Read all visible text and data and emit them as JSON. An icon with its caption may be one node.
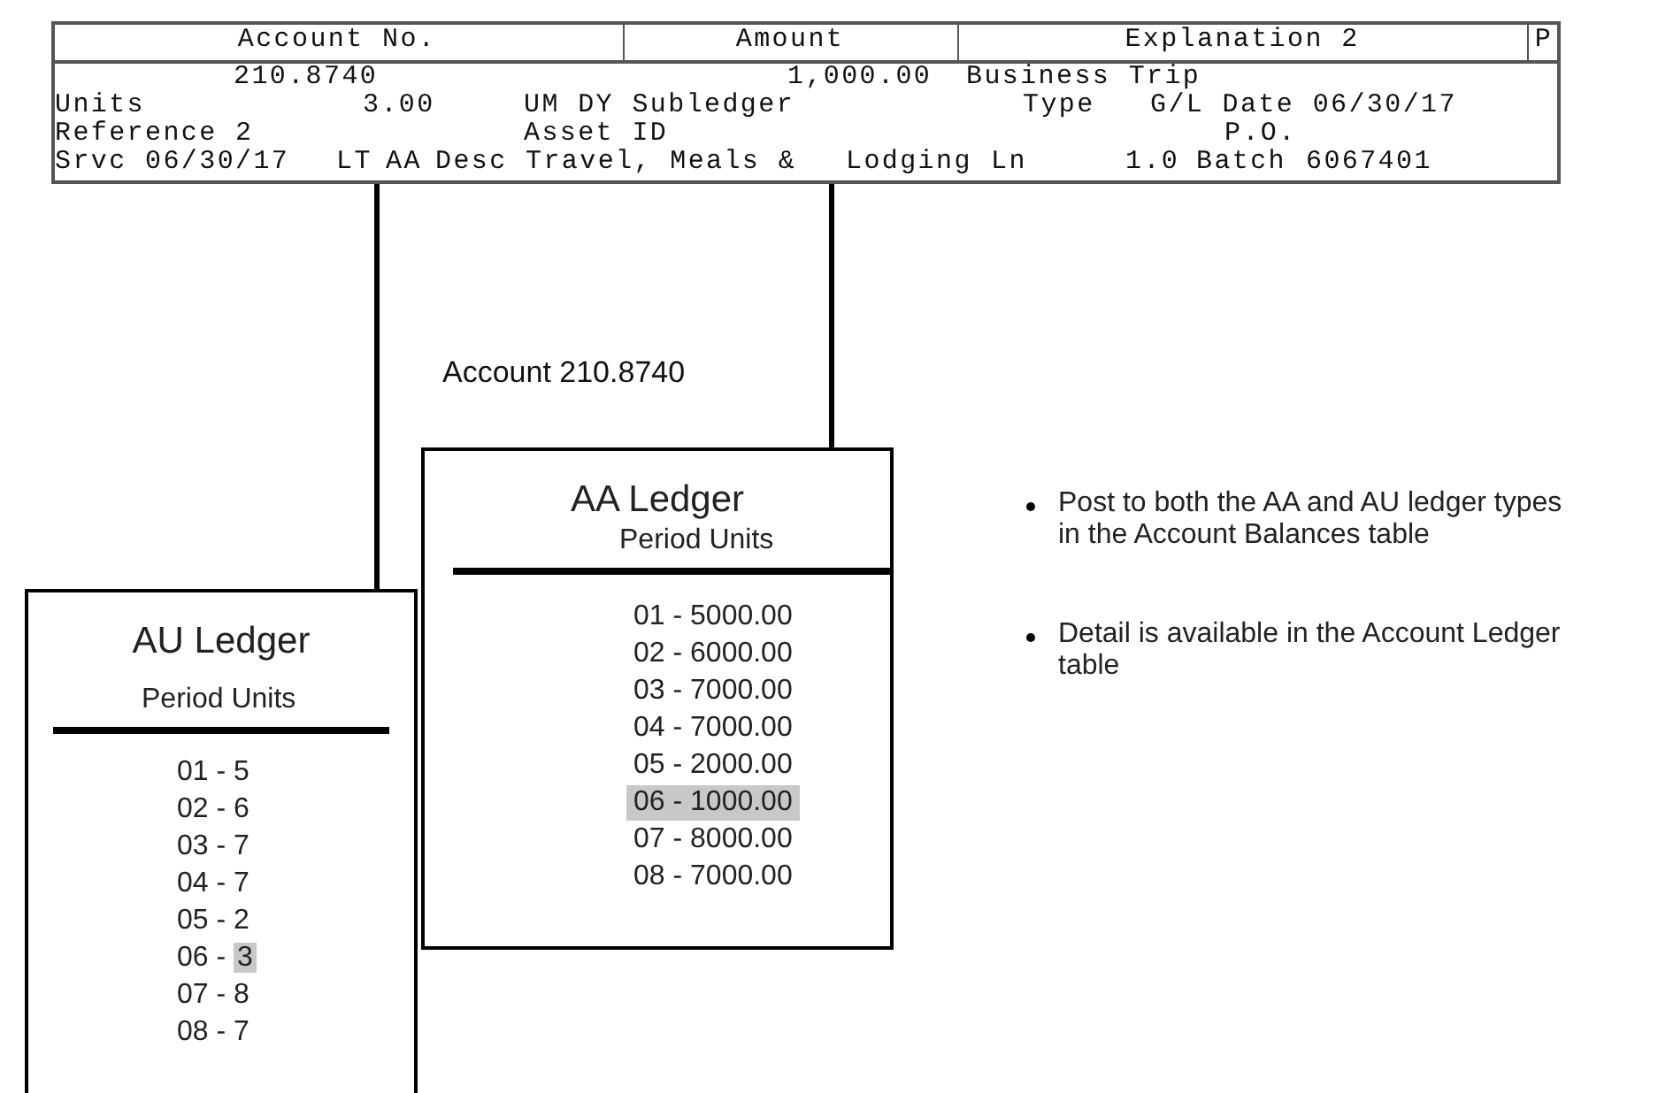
{
  "diagram": {
    "nodes": [
      {
        "text": [
          "1,000.00"
        ]
      },
      {
        "text": [
          "3.00"
        ]
      },
      {
        "text": [
          "AA Ledger",
          "Period Units",
          "01 - 5000.00",
          "02 - 6000.00",
          "03 - 7000.00",
          "04 - 7000.00",
          "05 - 2000.00",
          "06 - 1000.00",
          "07 - 8000.00",
          "08 - 7000.00"
        ],
        "beside": [
          "Account 210.8740"
        ]
      },
      {
        "text": [
          "AU Ledger",
          "Period Units",
          "01 - 5",
          "02 - 6",
          "03 - 7",
          "04 - 7",
          "05 - 2",
          "06 - 3",
          "07 - 8",
          "08 - 7"
        ]
      }
    ],
    "edges": [
      {
        "from": 0,
        "to": 2,
        "arrow": "none"
      },
      {
        "from": 1,
        "to": 3,
        "arrow": "none"
      }
    ],
    "labels": [
      "Account No.",
      "Amount",
      "Explanation 2",
      "P",
      "210.8740",
      "Business Trip",
      "Units",
      "UM DY Subledger",
      "Type",
      "G/L Date 06/30/17",
      "Reference 2",
      "Asset ID",
      "P.O.",
      "Srvc 06/30/17",
      "LT",
      "AA",
      "Desc Travel, Meals &",
      "Lodging",
      "Ln",
      "1.0",
      "Batch",
      "6067401",
      "Post to both the AA and AU ledger types in the Account Balances table",
      "Detail is available in the Account Ledger table"
    ]
  }
}
